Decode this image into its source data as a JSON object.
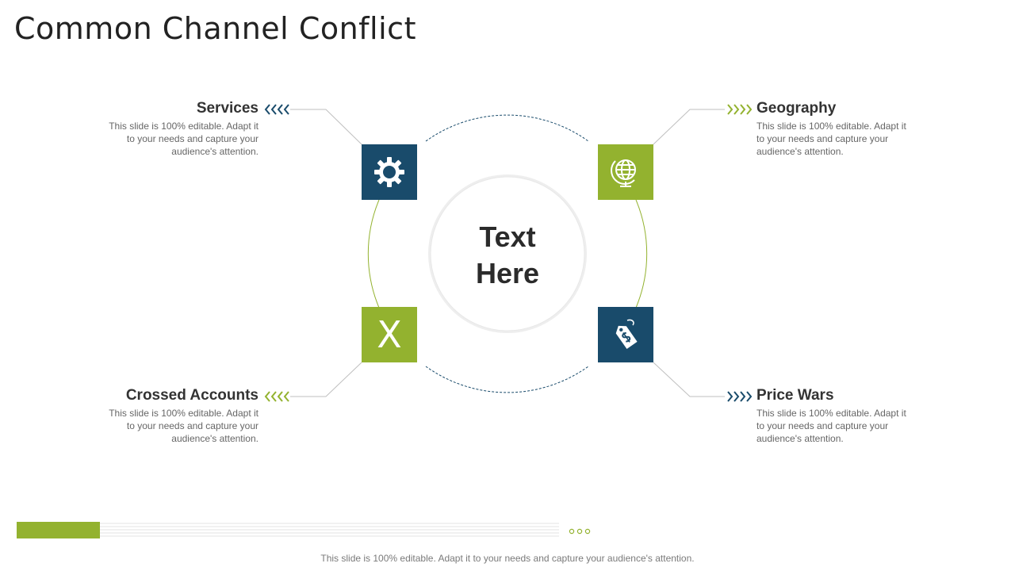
{
  "slide": {
    "title": "Common Channel Conflict",
    "center_text": "Text Here",
    "footer": "This slide is 100% editable. Adapt it to your needs and capture your audience's attention."
  },
  "items": {
    "services": {
      "title": "Services",
      "description": "This slide is 100% editable. Adapt it to your needs and capture your audience's attention.",
      "icon": "gear-icon"
    },
    "geography": {
      "title": "Geography",
      "description": "This slide is 100% editable. Adapt it to your needs and capture your audience's attention.",
      "icon": "globe-icon"
    },
    "crossed_accounts": {
      "title": "Crossed Accounts",
      "description": "This slide is 100% editable. Adapt it to your needs and capture your audience's attention.",
      "icon": "x-icon",
      "icon_glyph": "X"
    },
    "price_wars": {
      "title": "Price Wars",
      "description": "This slide is 100% editable. Adapt it to your needs and capture your audience's attention.",
      "icon": "price-tag-icon"
    }
  },
  "colors": {
    "navy": "#194b6b",
    "green": "#93b22f",
    "text": "#333333",
    "muted": "#666666"
  }
}
